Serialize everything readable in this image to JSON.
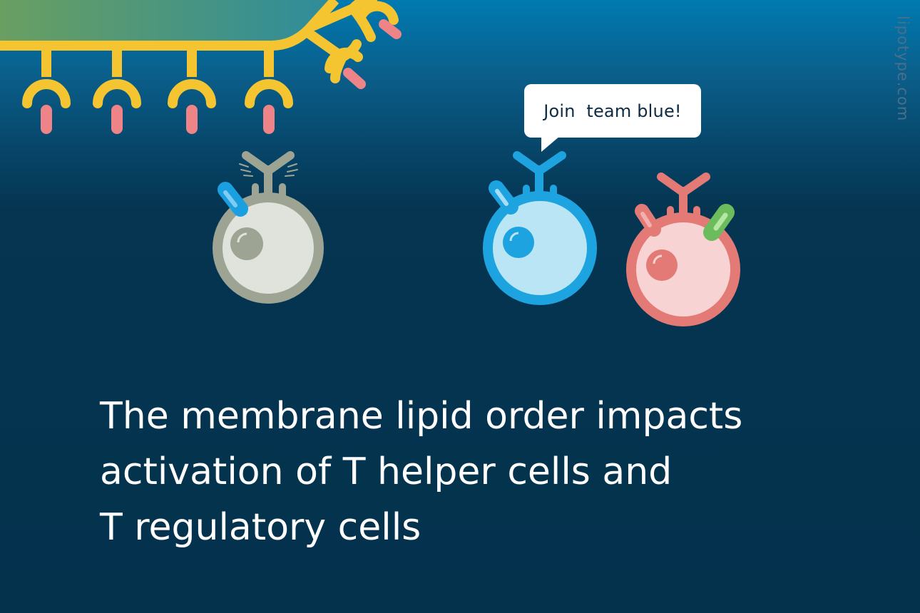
{
  "watermark": "lipotype.com",
  "speech_bubble": "Join  team blue!",
  "headline": {
    "line1": "The membrane lipid order impacts",
    "line2": "activation of T helper cells and",
    "line3": "T regulatory cells"
  },
  "colors": {
    "background_top": "#007ab1",
    "background_bottom": "#04324d",
    "dendritic_cell_gradient_start": "#6a9f61",
    "dendritic_cell_gradient_end": "#2d8c9c",
    "dendritic_cell_outline": "#f4c431",
    "antigen_pink": "#ee8487",
    "cell_gray_outline": "#9ea493",
    "cell_gray_fill": "#e0e3dc",
    "cell_blue_outline": "#1da3e0",
    "cell_blue_fill": "#b9e5f5",
    "cell_red_outline": "#e47a76",
    "cell_red_fill": "#f7d4d3",
    "marker_green": "#8ed07a",
    "marker_blue": "#1a9fe0",
    "headline_text": "#ffffff"
  }
}
